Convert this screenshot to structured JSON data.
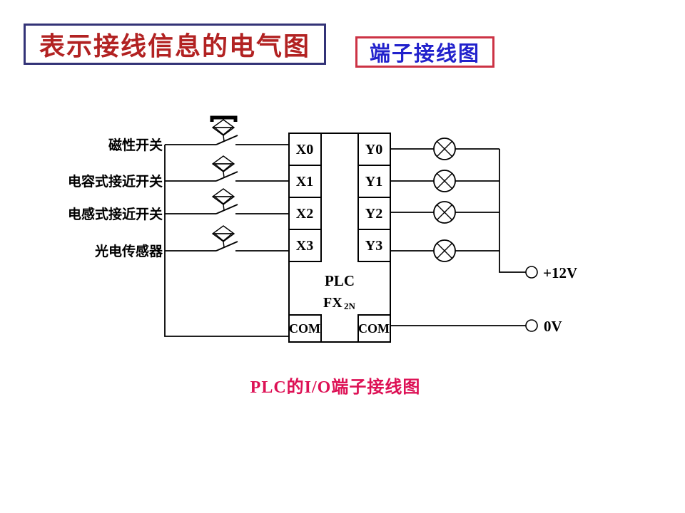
{
  "title_box": {
    "text": "表示接线信息的电气图",
    "text_color": "#b22222",
    "border_color": "#333377"
  },
  "subtitle_box": {
    "text": "端子接线图",
    "text_color": "#2222cc",
    "border_color": "#cc3344"
  },
  "diagram": {
    "line_color": "#000000",
    "sensors": [
      {
        "label": "磁性开关",
        "input": "X0",
        "icon": "magnet-switch-icon"
      },
      {
        "label": "电容式接近开关",
        "input": "X1",
        "icon": "proximity-switch-icon"
      },
      {
        "label": "电感式接近开关",
        "input": "X2",
        "icon": "proximity-switch-icon"
      },
      {
        "label": "光电传感器",
        "input": "X3",
        "icon": "proximity-switch-icon"
      }
    ],
    "plc": {
      "name": "PLC",
      "model_main": "FX",
      "model_sub": "2N",
      "input_terminals": [
        "X0",
        "X1",
        "X2",
        "X3"
      ],
      "output_terminals": [
        "Y0",
        "Y1",
        "Y2",
        "Y3"
      ],
      "input_common": "COM",
      "output_common": "COM"
    },
    "outputs": {
      "lamp_count": 4,
      "lamp_icon": "circle-cross-lamp-icon"
    },
    "power": {
      "positive_label": "+12V",
      "negative_label": "0V",
      "terminal_icon": "circle-terminal-icon"
    }
  },
  "caption": {
    "text": "PLC的I/O端子接线图",
    "color": "#dd1155"
  }
}
